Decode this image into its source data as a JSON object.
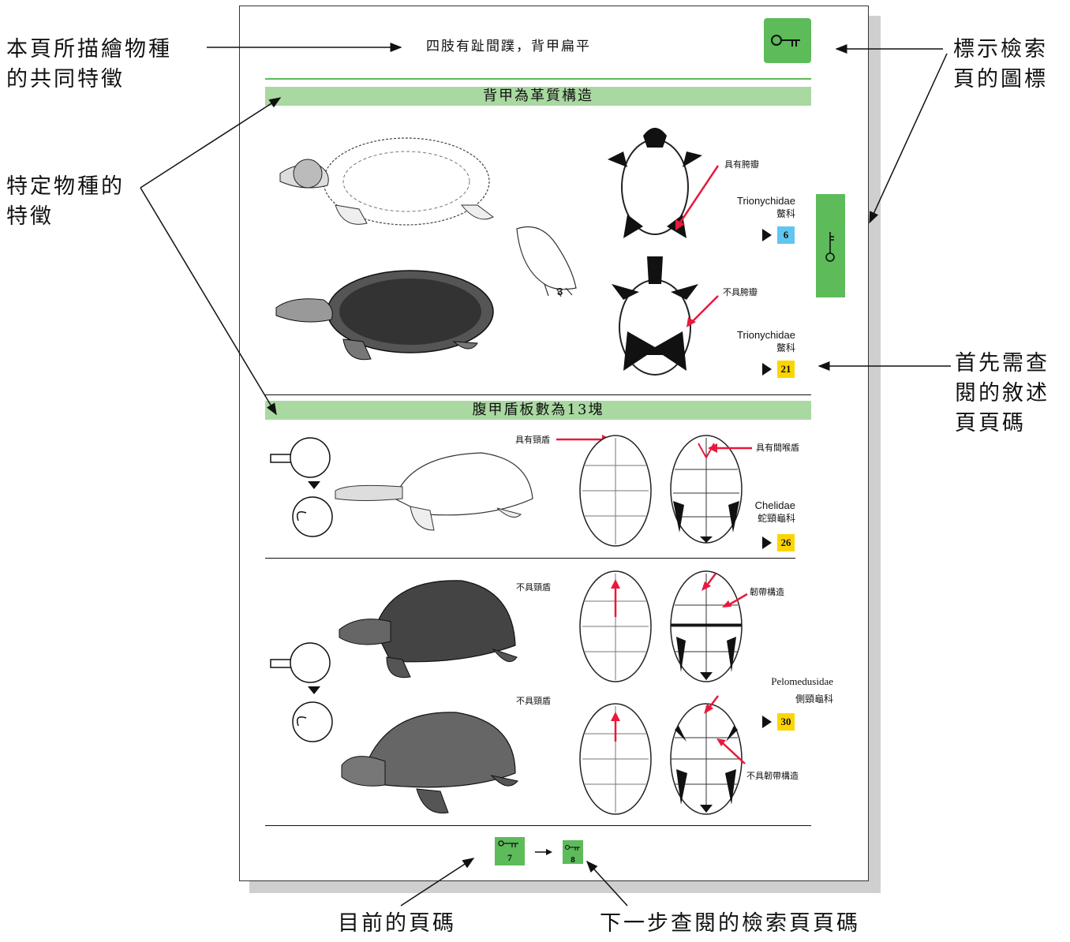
{
  "callouts": {
    "common_features": [
      "本頁所描繪物種",
      "的共同特徵"
    ],
    "specific_features": [
      "特定物種的",
      "特徵"
    ],
    "key_icon": [
      "標示檢索",
      "頁的圖標"
    ],
    "first_page": [
      "首先需查",
      "閱的敘述",
      "頁頁碼"
    ],
    "current_page": "目前的頁碼",
    "next_key_page": "下一步查閱的檢索頁頁碼"
  },
  "page": {
    "header": "四肢有趾間蹼，背甲扁平",
    "section1": {
      "band": "背甲為革質構造",
      "foot_label": "3",
      "callout_flap": "具有胯瓣",
      "callout_noflap": "不具胯瓣",
      "family_a": {
        "latin": "Trionychidae",
        "chinese": "鱉科",
        "page": "6"
      },
      "family_b": {
        "latin": "Trionychidae",
        "chinese": "鱉科",
        "page": "21"
      }
    },
    "section2": {
      "band": "腹甲盾板數為13塊",
      "cervical": "具有頸盾",
      "intergular": "具有間喉盾",
      "family": {
        "latin": "Chelidae",
        "chinese": "蛇頸龜科",
        "page": "26"
      }
    },
    "section3": {
      "no_cervical_a": "不具頸盾",
      "no_cervical_b": "不具頸盾",
      "hinge": "韌帶構造",
      "no_hinge": "不具韌帶構造",
      "family": {
        "latin": "Pelomedusidae",
        "chinese": "側頸龜科",
        "page": "30"
      }
    },
    "footer": {
      "current": "7",
      "next": "8"
    }
  },
  "colors": {
    "band": "#a9d8a1",
    "key_green": "#5dbb5a",
    "blue_box": "#5fc6ef",
    "yellow_box": "#fcd500",
    "red_arrow": "#e8193c"
  }
}
